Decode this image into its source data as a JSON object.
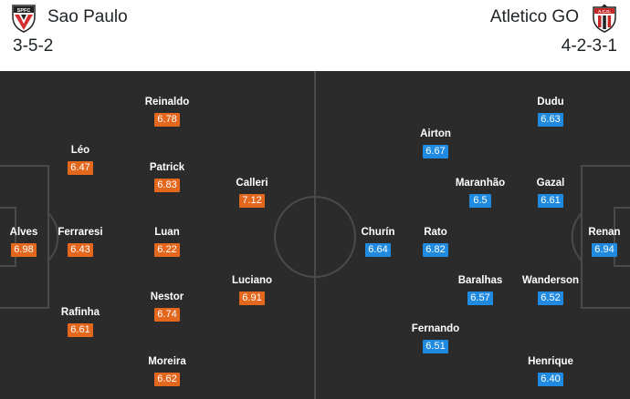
{
  "home": {
    "name": "Sao Paulo",
    "formation": "3-5-2",
    "crest_text": "SPFC",
    "color": "#e3671d",
    "players": [
      {
        "name": "Alves",
        "rating": "6.98"
      },
      {
        "name": "Léo",
        "rating": "6.47"
      },
      {
        "name": "Ferraresi",
        "rating": "6.43"
      },
      {
        "name": "Rafinha",
        "rating": "6.61"
      },
      {
        "name": "Reinaldo",
        "rating": "6.78"
      },
      {
        "name": "Patrick",
        "rating": "6.83"
      },
      {
        "name": "Luan",
        "rating": "6.22"
      },
      {
        "name": "Nestor",
        "rating": "6.74"
      },
      {
        "name": "Moreira",
        "rating": "6.62"
      },
      {
        "name": "Calleri",
        "rating": "7.12"
      },
      {
        "name": "Luciano",
        "rating": "6.91"
      }
    ]
  },
  "away": {
    "name": "Atletico GO",
    "formation": "4-2-3-1",
    "crest_text": "A.C.G.",
    "color": "#1f8ae0",
    "players": [
      {
        "name": "Renan",
        "rating": "6.94"
      },
      {
        "name": "Dudu",
        "rating": "6.63"
      },
      {
        "name": "Gazal",
        "rating": "6.61"
      },
      {
        "name": "Wanderson",
        "rating": "6.52"
      },
      {
        "name": "Henrique",
        "rating": "6.40"
      },
      {
        "name": "Maranhão",
        "rating": "6.5"
      },
      {
        "name": "Baralhas",
        "rating": "6.57"
      },
      {
        "name": "Airton",
        "rating": "6.67"
      },
      {
        "name": "Rato",
        "rating": "6.82"
      },
      {
        "name": "Fernando",
        "rating": "6.51"
      },
      {
        "name": "Churín",
        "rating": "6.64"
      }
    ]
  }
}
